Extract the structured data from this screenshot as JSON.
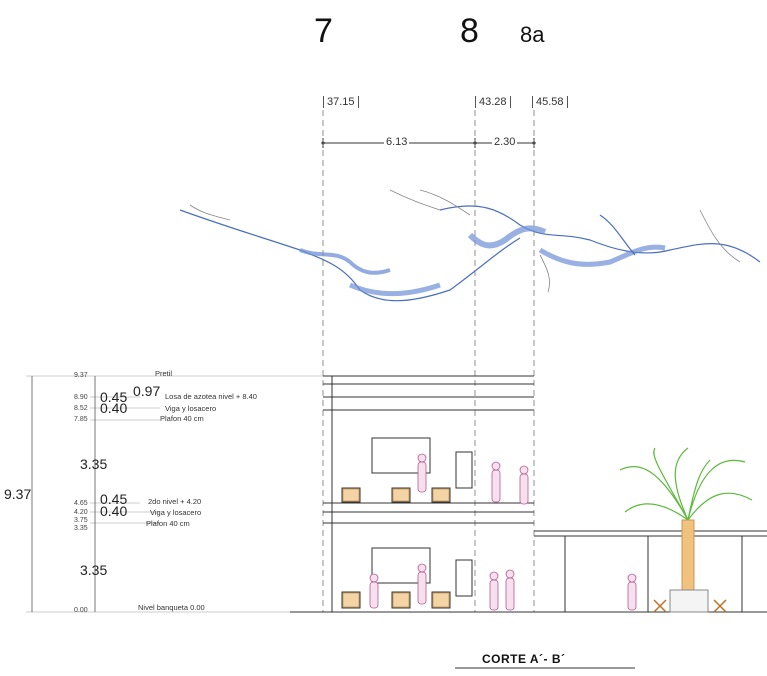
{
  "grid_axes": [
    "7",
    "8",
    "8a"
  ],
  "coordinates": [
    "37.15",
    "43.28",
    "45.58"
  ],
  "spacings": [
    "6.13",
    "2.30"
  ],
  "left_dims": {
    "total": "9.37",
    "floor_height_upper": "3.35",
    "floor_height_lower": "3.35",
    "roof_slab": "0.45",
    "roof_total": "0.97",
    "roof_beam": "0.40",
    "mid_slab": "0.45",
    "mid_beam": "0.40"
  },
  "level_marks": [
    "9.37",
    "8.90",
    "8.52",
    "7.85",
    "4.65",
    "4.20",
    "3.75",
    "3.35",
    "0.00"
  ],
  "notes": {
    "pretil": "Pretil",
    "roof": "Losa de azotea  nivel + 8.40",
    "beam1": "Viga y losacero",
    "ceiling1": "Plafon 40 cm",
    "level2": "2do nivel + 4.20",
    "beam2": "Viga y losacero",
    "ceiling2": "Plafon 40 cm",
    "ground": "Nivel banqueta 0.00"
  },
  "title": "CORTE A´- B´"
}
